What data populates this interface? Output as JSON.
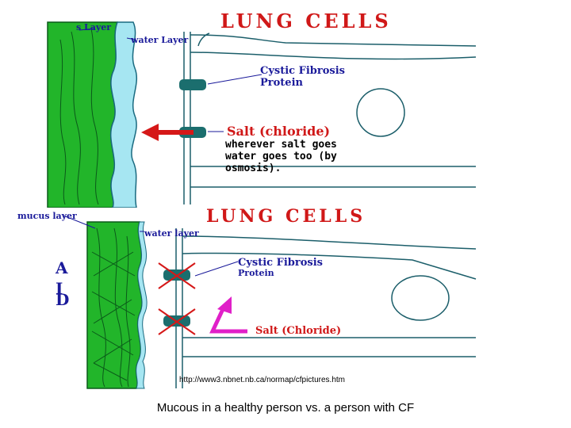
{
  "top_panel": {
    "title": "LUNG CELLS",
    "labels": {
      "mucus_layer": "s Layer",
      "water_layer": "water Layer",
      "cf_protein_line1": "Cystic Fibrosis",
      "cf_protein_line2": "Protein",
      "salt": "Salt (chloride)",
      "salt_desc_line1": "wherever salt goes",
      "salt_desc_line2": "water goes too (by",
      "salt_desc_line3": "osmosis)."
    }
  },
  "bottom_panel": {
    "title": "LUNG CELLS",
    "labels": {
      "mucus_layer": "mucus layer",
      "water_layer": "water layer",
      "cf_protein_line1": "Cystic Fibrosis",
      "cf_protein_line2": "Protein",
      "salt": "Salt (Chloride)",
      "side_letters": [
        "A",
        "I",
        "D"
      ]
    }
  },
  "source_url": "http://www3.nbnet.nb.ca/normap/cfpictures.htm",
  "caption": "Mucous in a healthy person vs. a person with CF",
  "colors": {
    "mucus": "#22b52a",
    "water": "#a6e6f2",
    "cell_outline": "#1b5e6a",
    "channel": "#1b6e6e",
    "salt_arrow": "#d51818",
    "blocked_x": "#d51818",
    "salt_hook": "#e020c8",
    "label_text": "#1a1a9a"
  }
}
